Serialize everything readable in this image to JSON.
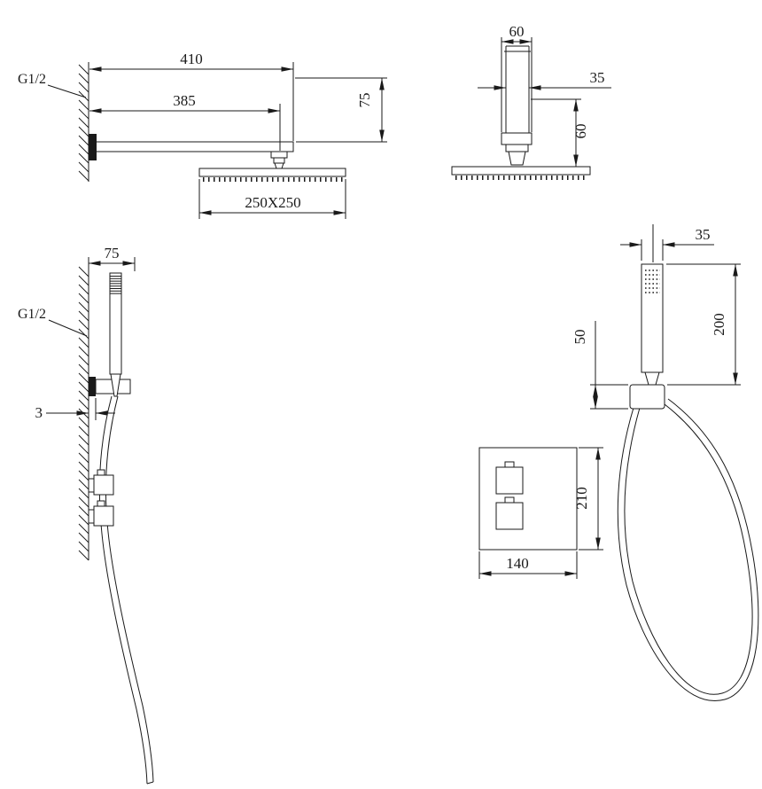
{
  "colors": {
    "line": "#1a1a1a",
    "background": "#ffffff"
  },
  "views": {
    "rain_side": {
      "g12": "G1/2",
      "d410": "410",
      "d385": "385",
      "d75": "75",
      "dhead": "250X250"
    },
    "rain_front": {
      "d60_top": "60",
      "d35": "35",
      "d60_side": "60"
    },
    "hand_side": {
      "d75": "75",
      "g12": "G1/2",
      "d3": "3"
    },
    "hand_front": {
      "d35": "35",
      "d200": "200",
      "d50": "50"
    },
    "mixer": {
      "d210": "210",
      "d140": "140"
    }
  }
}
